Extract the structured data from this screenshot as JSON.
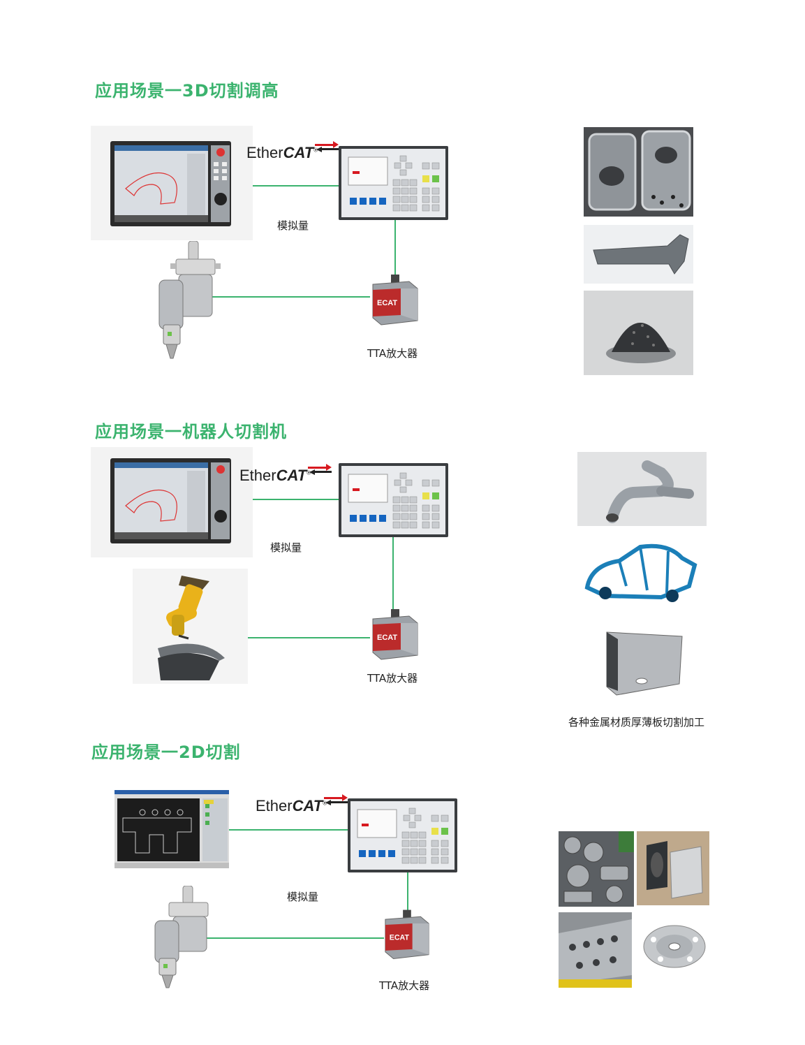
{
  "scenes": [
    {
      "heading": "应用场景一3D切割调高",
      "analog_label": "模拟量",
      "amp_label": "TTA放大器",
      "fieldbus": {
        "light": "Ether",
        "bold": "CAT"
      }
    },
    {
      "heading": "应用场景一机器人切割机",
      "analog_label": "模拟量",
      "amp_label": "TTA放大器",
      "fieldbus": {
        "light": "Ether",
        "bold": "CAT"
      }
    },
    {
      "heading": "应用场景一2D切割",
      "analog_label": "模拟量",
      "amp_label": "TTA放大器",
      "fieldbus": {
        "light": "Ether",
        "bold": "CAT"
      }
    }
  ],
  "samples_caption": "各种金属材质厚薄板切割加工",
  "colors": {
    "heading": "#3bb36e",
    "connector": "#3bb36e",
    "ethercat_red": "#d71920",
    "panel_blue": "#1565c0"
  }
}
